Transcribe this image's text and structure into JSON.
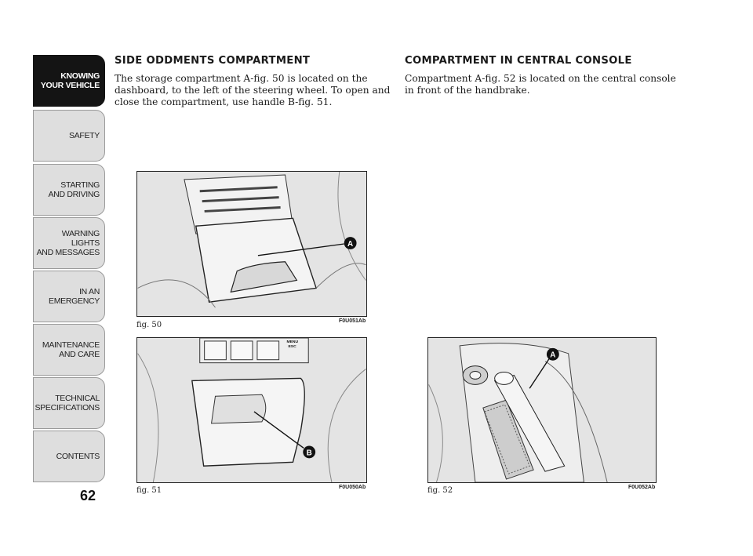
{
  "sidebar": {
    "tabs": [
      {
        "label": "KNOWING\nYOUR VEHICLE",
        "active": true
      },
      {
        "label": "SAFETY",
        "active": false
      },
      {
        "label": "STARTING\nAND DRIVING",
        "active": false
      },
      {
        "label": "WARNING LIGHTS\nAND MESSAGES",
        "active": false
      },
      {
        "label": "IN AN\nEMERGENCY",
        "active": false
      },
      {
        "label": "MAINTENANCE\nAND CARE",
        "active": false
      },
      {
        "label": "TECHNICAL\nSPECIFICATIONS",
        "active": false
      },
      {
        "label": "CONTENTS",
        "active": false
      }
    ],
    "page_number": "62"
  },
  "left_column": {
    "heading": "SIDE ODDMENTS COMPARTMENT",
    "body": "The storage compartment A-fig. 50 is located on the dashboard, to the left of the steering wheel. To open and close the compartment, use handle B-fig. 51."
  },
  "right_column": {
    "heading": "COMPARTMENT IN CENTRAL CONSOLE",
    "body": "Compartment A-fig. 52 is located on the central console in front of the handbrake."
  },
  "figures": {
    "fig50": {
      "caption": "fig. 50",
      "code": "F0U051Ab",
      "callout": "A"
    },
    "fig51": {
      "caption": "fig. 51",
      "code": "F0U050Ab",
      "callout": "B",
      "button_label_1": "MENU",
      "button_label_2": "ESC"
    },
    "fig52": {
      "caption": "fig. 52",
      "code": "F0U052Ab",
      "callout": "A"
    }
  },
  "colors": {
    "active_tab": "#141414",
    "tab_bg": "#dedede",
    "figure_bg": "#e6e6e6"
  }
}
